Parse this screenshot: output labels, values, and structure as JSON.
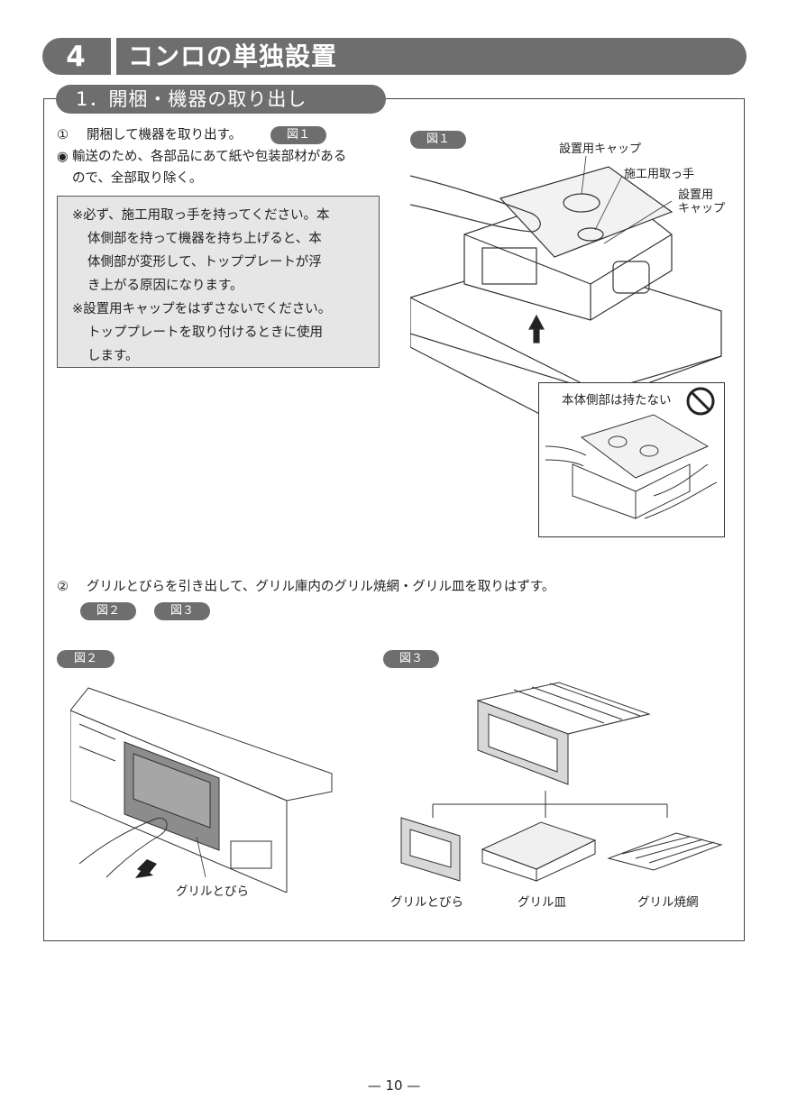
{
  "chapter": {
    "number": "4",
    "title": "コンロの単独設置"
  },
  "section": {
    "title": "1．開梱・機器の取り出し"
  },
  "step1": {
    "marker": "①",
    "text": "開梱して機器を取り出す。",
    "ref": "図１",
    "bullet": "◉",
    "line2": "輸送のため、各部品にあて紙や包装部材がある",
    "line3": "ので、全部取り除く。"
  },
  "notes": [
    "※必ず、施工用取っ手を持ってください。本",
    "体側部を持って機器を持ち上げると、本",
    "体側部が変形して、トッププレートが浮",
    "き上がる原因になります。",
    "※設置用キャップをはずさないでください。",
    "トッププレートを取り付けるときに使用",
    "します。"
  ],
  "fig1": {
    "badge": "図１",
    "label_cap_top": "設置用キャップ",
    "label_handle": "施工用取っ手",
    "label_cap_side_1": "設置用",
    "label_cap_side_2": "キャップ",
    "warning": "本体側部は持たない"
  },
  "step2": {
    "marker": "②",
    "text": "グリルとびらを引き出して、グリル庫内のグリル焼網・グリル皿を取りはずす。",
    "ref_a": "図２",
    "ref_b": "図３"
  },
  "fig2": {
    "badge": "図２",
    "label_door": "グリルとびら"
  },
  "fig3": {
    "badge": "図３",
    "label_door": "グリルとびら",
    "label_pan": "グリル皿",
    "label_net": "グリル焼網"
  },
  "footer": {
    "page": "— 10 —"
  }
}
